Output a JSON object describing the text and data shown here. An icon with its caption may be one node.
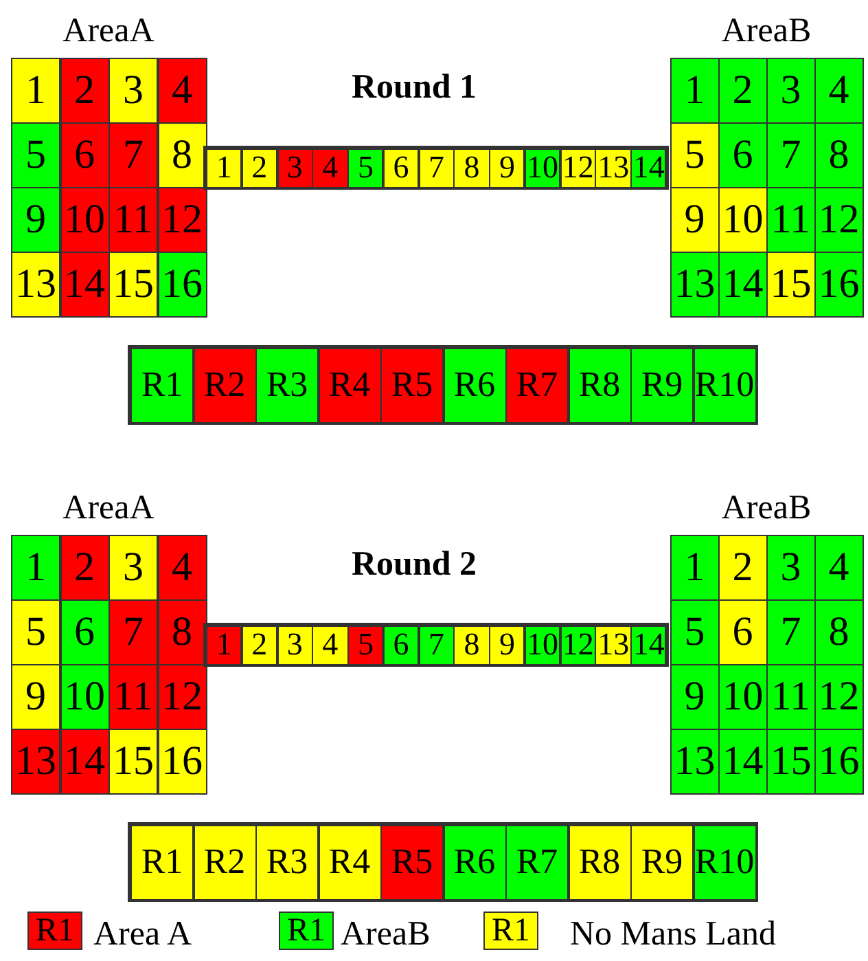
{
  "diagram": {
    "nodes": [
      {
        "text": [
          "AreaA"
        ]
      },
      {
        "text": [
          "1"
        ],
        "in": 0
      },
      {
        "text": [
          "2"
        ],
        "in": 0
      },
      {
        "text": [
          "3"
        ],
        "in": 0
      },
      {
        "text": [
          "4"
        ],
        "in": 0
      },
      {
        "text": [
          "5"
        ],
        "in": 0
      },
      {
        "text": [
          "6"
        ],
        "in": 0
      },
      {
        "text": [
          "7"
        ],
        "in": 0
      },
      {
        "text": [
          "8"
        ],
        "in": 0
      },
      {
        "text": [
          "9"
        ],
        "in": 0
      },
      {
        "text": [
          "10"
        ],
        "in": 0
      },
      {
        "text": [
          "11"
        ],
        "in": 0
      },
      {
        "text": [
          "12"
        ],
        "in": 0
      },
      {
        "text": [
          "13"
        ],
        "in": 0
      },
      {
        "text": [
          "14"
        ],
        "in": 0
      },
      {
        "text": [
          "15"
        ],
        "in": 0
      },
      {
        "text": [
          "16"
        ],
        "in": 0
      },
      {
        "text": [],
        "shape": "bar"
      },
      {
        "text": [
          "1"
        ],
        "in": 17
      },
      {
        "text": [
          "2"
        ],
        "in": 17
      },
      {
        "text": [
          "3"
        ],
        "in": 17
      },
      {
        "text": [
          "4"
        ],
        "in": 17
      },
      {
        "text": [
          "5"
        ],
        "in": 17
      },
      {
        "text": [
          "6"
        ],
        "in": 17
      },
      {
        "text": [
          "7"
        ],
        "in": 17
      },
      {
        "text": [
          "8"
        ],
        "in": 17
      },
      {
        "text": [
          "9"
        ],
        "in": 17
      },
      {
        "text": [
          "10"
        ],
        "in": 17
      },
      {
        "text": [
          "12"
        ],
        "in": 17
      },
      {
        "text": [
          "13"
        ],
        "in": 17
      },
      {
        "text": [
          "14"
        ],
        "in": 17
      },
      {
        "text": [
          "AreaB"
        ]
      },
      {
        "text": [
          "1"
        ],
        "in": 31
      },
      {
        "text": [
          "2"
        ],
        "in": 31
      },
      {
        "text": [
          "3"
        ],
        "in": 31
      },
      {
        "text": [
          "4"
        ],
        "in": 31
      },
      {
        "text": [
          "5"
        ],
        "in": 31
      },
      {
        "text": [
          "6"
        ],
        "in": 31
      },
      {
        "text": [
          "7"
        ],
        "in": 31
      },
      {
        "text": [
          "8"
        ],
        "in": 31
      },
      {
        "text": [
          "9"
        ],
        "in": 31
      },
      {
        "text": [
          "10"
        ],
        "in": 31
      },
      {
        "text": [
          "11"
        ],
        "in": 31
      },
      {
        "text": [
          "12"
        ],
        "in": 31
      },
      {
        "text": [
          "13"
        ],
        "in": 31
      },
      {
        "text": [
          "14"
        ],
        "in": 31
      },
      {
        "text": [
          "15"
        ],
        "in": 31
      },
      {
        "text": [
          "16"
        ],
        "in": 31
      },
      {
        "text": [],
        "shape": "bar"
      },
      {
        "text": [
          "R1"
        ],
        "in": 48
      },
      {
        "text": [
          "R2"
        ],
        "in": 48
      },
      {
        "text": [
          "R3"
        ],
        "in": 48
      },
      {
        "text": [
          "R4"
        ],
        "in": 48
      },
      {
        "text": [
          "R5"
        ],
        "in": 48
      },
      {
        "text": [
          "R6"
        ],
        "in": 48
      },
      {
        "text": [
          "R7"
        ],
        "in": 48
      },
      {
        "text": [
          "R8"
        ],
        "in": 48
      },
      {
        "text": [
          "R9"
        ],
        "in": 48
      },
      {
        "text": [
          "R10"
        ],
        "in": 48
      },
      {
        "text": [
          "AreaA"
        ]
      },
      {
        "text": [
          "1"
        ],
        "in": 59
      },
      {
        "text": [
          "2"
        ],
        "in": 59
      },
      {
        "text": [
          "3"
        ],
        "in": 59
      },
      {
        "text": [
          "4"
        ],
        "in": 59
      },
      {
        "text": [
          "5"
        ],
        "in": 59
      },
      {
        "text": [
          "6"
        ],
        "in": 59
      },
      {
        "text": [
          "7"
        ],
        "in": 59
      },
      {
        "text": [
          "8"
        ],
        "in": 59
      },
      {
        "text": [
          "9"
        ],
        "in": 59
      },
      {
        "text": [
          "10"
        ],
        "in": 59
      },
      {
        "text": [
          "11"
        ],
        "in": 59
      },
      {
        "text": [
          "12"
        ],
        "in": 59
      },
      {
        "text": [
          "13"
        ],
        "in": 59
      },
      {
        "text": [
          "14"
        ],
        "in": 59
      },
      {
        "text": [
          "15"
        ],
        "in": 59
      },
      {
        "text": [
          "16"
        ],
        "in": 59
      },
      {
        "text": [],
        "shape": "bar"
      },
      {
        "text": [
          "1"
        ],
        "in": 76
      },
      {
        "text": [
          "2"
        ],
        "in": 76
      },
      {
        "text": [
          "3"
        ],
        "in": 76
      },
      {
        "text": [
          "4"
        ],
        "in": 76
      },
      {
        "text": [
          "5"
        ],
        "in": 76
      },
      {
        "text": [
          "6"
        ],
        "in": 76
      },
      {
        "text": [
          "7"
        ],
        "in": 76
      },
      {
        "text": [
          "8"
        ],
        "in": 76
      },
      {
        "text": [
          "9"
        ],
        "in": 76
      },
      {
        "text": [
          "10"
        ],
        "in": 76
      },
      {
        "text": [
          "12"
        ],
        "in": 76
      },
      {
        "text": [
          "13"
        ],
        "in": 76
      },
      {
        "text": [
          "14"
        ],
        "in": 76
      },
      {
        "text": [
          "AreaB"
        ]
      },
      {
        "text": [
          "1"
        ],
        "in": 90
      },
      {
        "text": [
          "2"
        ],
        "in": 90
      },
      {
        "text": [
          "3"
        ],
        "in": 90
      },
      {
        "text": [
          "4"
        ],
        "in": 90
      },
      {
        "text": [
          "5"
        ],
        "in": 90
      },
      {
        "text": [
          "6"
        ],
        "in": 90
      },
      {
        "text": [
          "7"
        ],
        "in": 90
      },
      {
        "text": [
          "8"
        ],
        "in": 90
      },
      {
        "text": [
          "9"
        ],
        "in": 90
      },
      {
        "text": [
          "10"
        ],
        "in": 90
      },
      {
        "text": [
          "11"
        ],
        "in": 90
      },
      {
        "text": [
          "12"
        ],
        "in": 90
      },
      {
        "text": [
          "13"
        ],
        "in": 90
      },
      {
        "text": [
          "14"
        ],
        "in": 90
      },
      {
        "text": [
          "15"
        ],
        "in": 90
      },
      {
        "text": [
          "16"
        ],
        "in": 90
      },
      {
        "text": [],
        "shape": "bar"
      },
      {
        "text": [
          "R1"
        ],
        "in": 107
      },
      {
        "text": [
          "R2"
        ],
        "in": 107
      },
      {
        "text": [
          "R3"
        ],
        "in": 107
      },
      {
        "text": [
          "R4"
        ],
        "in": 107
      },
      {
        "text": [
          "R5"
        ],
        "in": 107
      },
      {
        "text": [
          "R6"
        ],
        "in": 107
      },
      {
        "text": [
          "R7"
        ],
        "in": 107
      },
      {
        "text": [
          "R8"
        ],
        "in": 107
      },
      {
        "text": [
          "R9"
        ],
        "in": 107
      },
      {
        "text": [
          "R10"
        ],
        "in": 107
      }
    ],
    "edges": [],
    "labels": [
      "Round 1",
      "Round 2",
      "R1",
      "R1",
      "R1"
    ],
    "legend": [
      {
        "text": "Area A",
        "color": "#ff0000"
      },
      {
        "text": "AreaB",
        "color": "#00ff00"
      },
      {
        "text": "No Mans Land",
        "color": "#ffff00"
      }
    ]
  }
}
